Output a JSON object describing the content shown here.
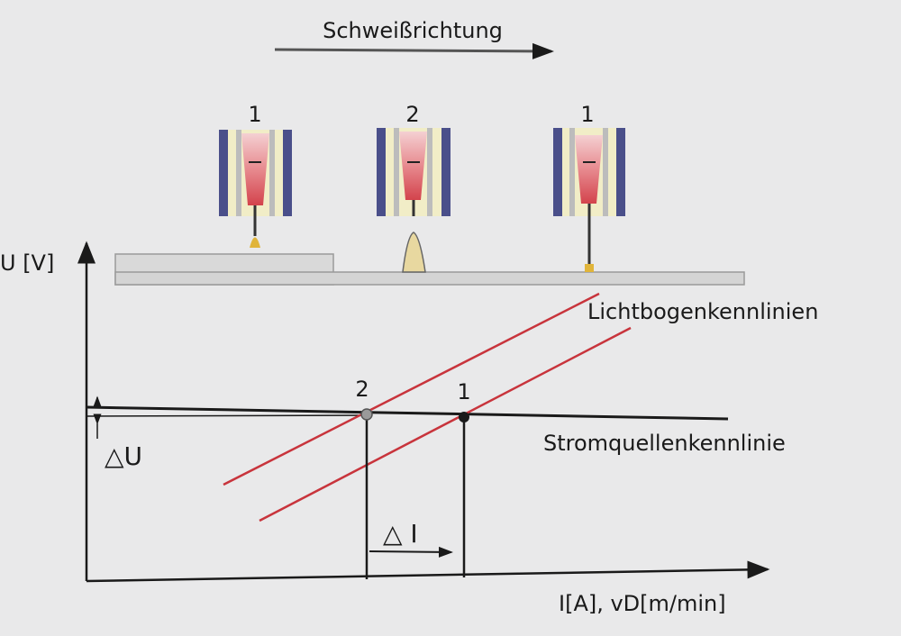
{
  "title": "Schweißrichtung",
  "torches": [
    {
      "label": "1"
    },
    {
      "label": "2"
    },
    {
      "label": "1"
    }
  ],
  "axes": {
    "y_label": "U [V]",
    "x_label": "I[A], vD[m/min]"
  },
  "curves": {
    "arc_label": "Lichtbogenkennlinien",
    "source_label": "Stromquellenkennlinie"
  },
  "points": [
    {
      "label": "2"
    },
    {
      "label": "1"
    }
  ],
  "deltas": {
    "voltage": "△U",
    "current": "△ I"
  },
  "colors": {
    "arc_line": "#c8343c",
    "axis": "#1a1a1a",
    "nozzle": "#4a4f8a",
    "insulator": "#f0ecc8",
    "wire_fill": "#e07a7e",
    "droplet": "#e0b43a",
    "workpiece": "#d8d8d8"
  }
}
